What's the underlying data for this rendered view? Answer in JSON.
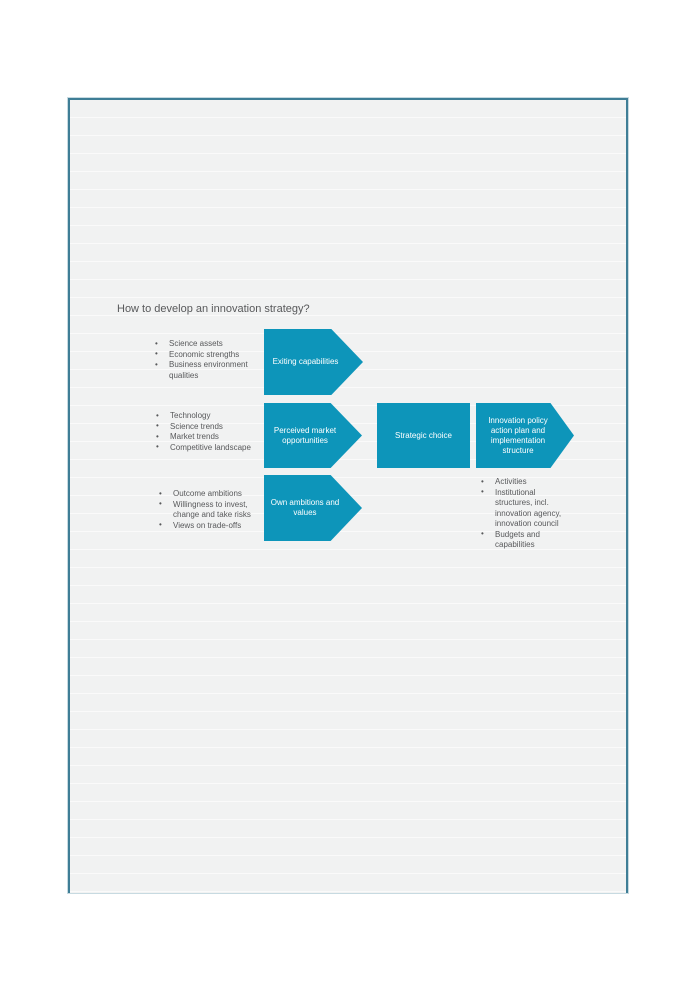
{
  "colors": {
    "accent": "#0d95ba",
    "page_border": "#3f7e96",
    "page_background": "#f1f2f2",
    "body_text": "#58595b"
  },
  "document": {
    "title": "How to develop an innovation strategy?"
  },
  "diagram": {
    "inputs": [
      {
        "name": "capabilities",
        "bullets": [
          "Science assets",
          "Economic strengths",
          "Business environment\nqualities"
        ],
        "arrow_label": "Exiting capabilities"
      },
      {
        "name": "market",
        "bullets": [
          "Technology",
          "Science trends",
          "Market trends",
          "Competitive landscape"
        ],
        "arrow_label": "Perceived market\nopportunities"
      },
      {
        "name": "ambitions",
        "bullets": [
          "Outcome ambitions",
          "Willingness to invest,\nchange and take risks",
          "Views on trade-offs"
        ],
        "arrow_label": "Own ambitions and\nvalues"
      }
    ],
    "decision": {
      "label": "Strategic choice"
    },
    "output": {
      "arrow_label": "Innovation policy\naction plan and\nimplementation\nstructure",
      "bullets": [
        "Activities",
        "Institutional\nstructures, incl.\ninnovation agency,\ninnovation council",
        "Budgets and\ncapabilities"
      ]
    }
  }
}
